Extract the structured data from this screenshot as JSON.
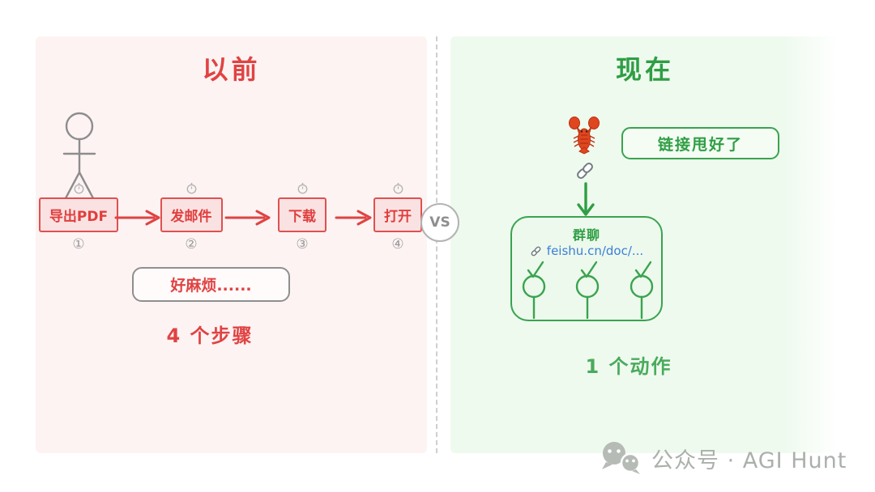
{
  "left_panel": {
    "title": "以前",
    "steps": [
      {
        "label": "导出PDF",
        "number": "①"
      },
      {
        "label": "发邮件",
        "number": "②"
      },
      {
        "label": "下载",
        "number": "③"
      },
      {
        "label": "打开",
        "number": "④"
      }
    ],
    "bubble_text": "好麻烦......",
    "summary": "4 个步骤",
    "colors": {
      "bg": "#fdf3f3",
      "accent": "#e04343",
      "box_fill": "#fbe2e2",
      "box_border": "#e05050"
    }
  },
  "divider": {
    "vs_label": "VS"
  },
  "right_panel": {
    "title": "现在",
    "sender_icon": "🦞",
    "bubble_text": "链接甩好了",
    "link_icon": "🔗",
    "group_box": {
      "title": "群聊",
      "link_icon": "🔗",
      "link_text": "feishu.cn/doc/...",
      "member_count": 3
    },
    "summary": "1 个动作",
    "colors": {
      "bg": "#effaef",
      "accent": "#2f9e44",
      "link_blue": "#3d7ed8"
    }
  },
  "watermark": {
    "text": "公众号 · AGI Hunt"
  }
}
